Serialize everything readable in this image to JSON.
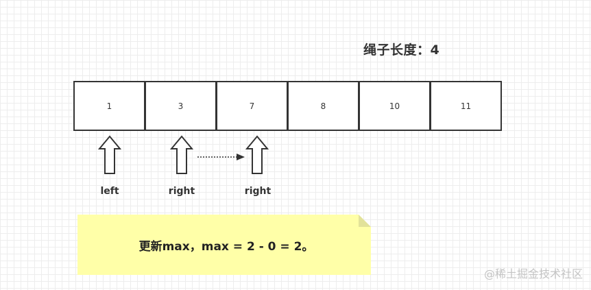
{
  "rope_length_label": "绳子长度：4",
  "array": [
    "1",
    "3",
    "7",
    "8",
    "10",
    "11"
  ],
  "pointers": {
    "left": "left",
    "right_old": "right",
    "right_new": "right"
  },
  "note": {
    "text": "更新max，max = 2 - 0 = 2。",
    "background_color": "#ffffa8",
    "fold_color": "#e2e29a"
  },
  "watermark": "@稀土掘金技术社区"
}
